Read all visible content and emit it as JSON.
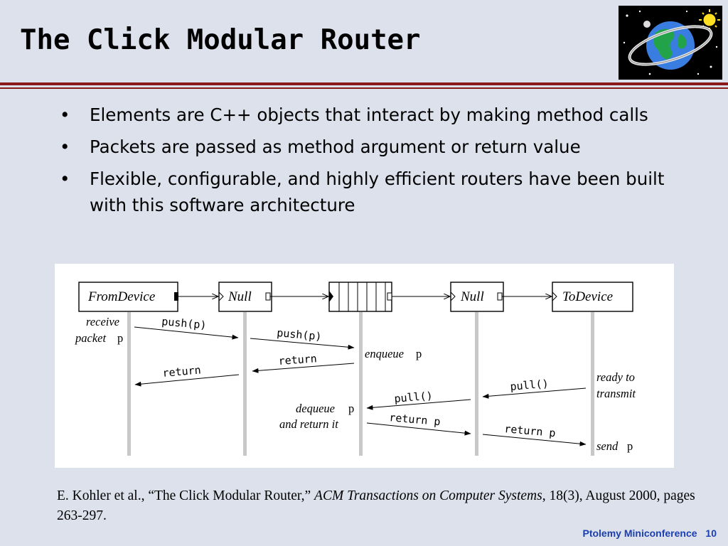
{
  "slide": {
    "title": "The Click Modular Router",
    "logo_icon": "planet-logo-icon",
    "bullets": [
      {
        "marker": "•",
        "text": "Elements are C++ objects that interact by making method calls"
      },
      {
        "marker": "•",
        "text": "Packets are passed as method argument or return value"
      },
      {
        "marker": "•",
        "text": "Flexible, configurable, and highly efficient routers have been built with this software architecture"
      }
    ],
    "reference": {
      "prefix": "E. Kohler et al., “The Click Modular Router,” ",
      "journal": "ACM Transactions on Computer Systems",
      "suffix": ", 18(3), August 2000, pages 263-297."
    },
    "footer": {
      "conference": "Ptolemy Miniconference",
      "page": "10"
    },
    "colors": {
      "background": "#dde1ec",
      "rule": "#8b1a1a",
      "footer": "#1a3fb0"
    }
  },
  "diagram": {
    "elements": [
      "FromDevice",
      "Null",
      "",
      "Null",
      "ToDevice"
    ],
    "annotations": {
      "receive": "receive",
      "packet": "packet",
      "p": "p",
      "enqueue": "enqueue",
      "ready_to": "ready to",
      "transmit": "transmit",
      "dequeue": "dequeue",
      "and_return_it": "and return it",
      "send": "send"
    },
    "calls": {
      "push1": "push(p)",
      "push2": "push(p)",
      "return1": "return",
      "return2": "return",
      "pull1": "pull()",
      "pull2": "pull()",
      "return_p1": "return p",
      "return_p2": "return p"
    }
  }
}
